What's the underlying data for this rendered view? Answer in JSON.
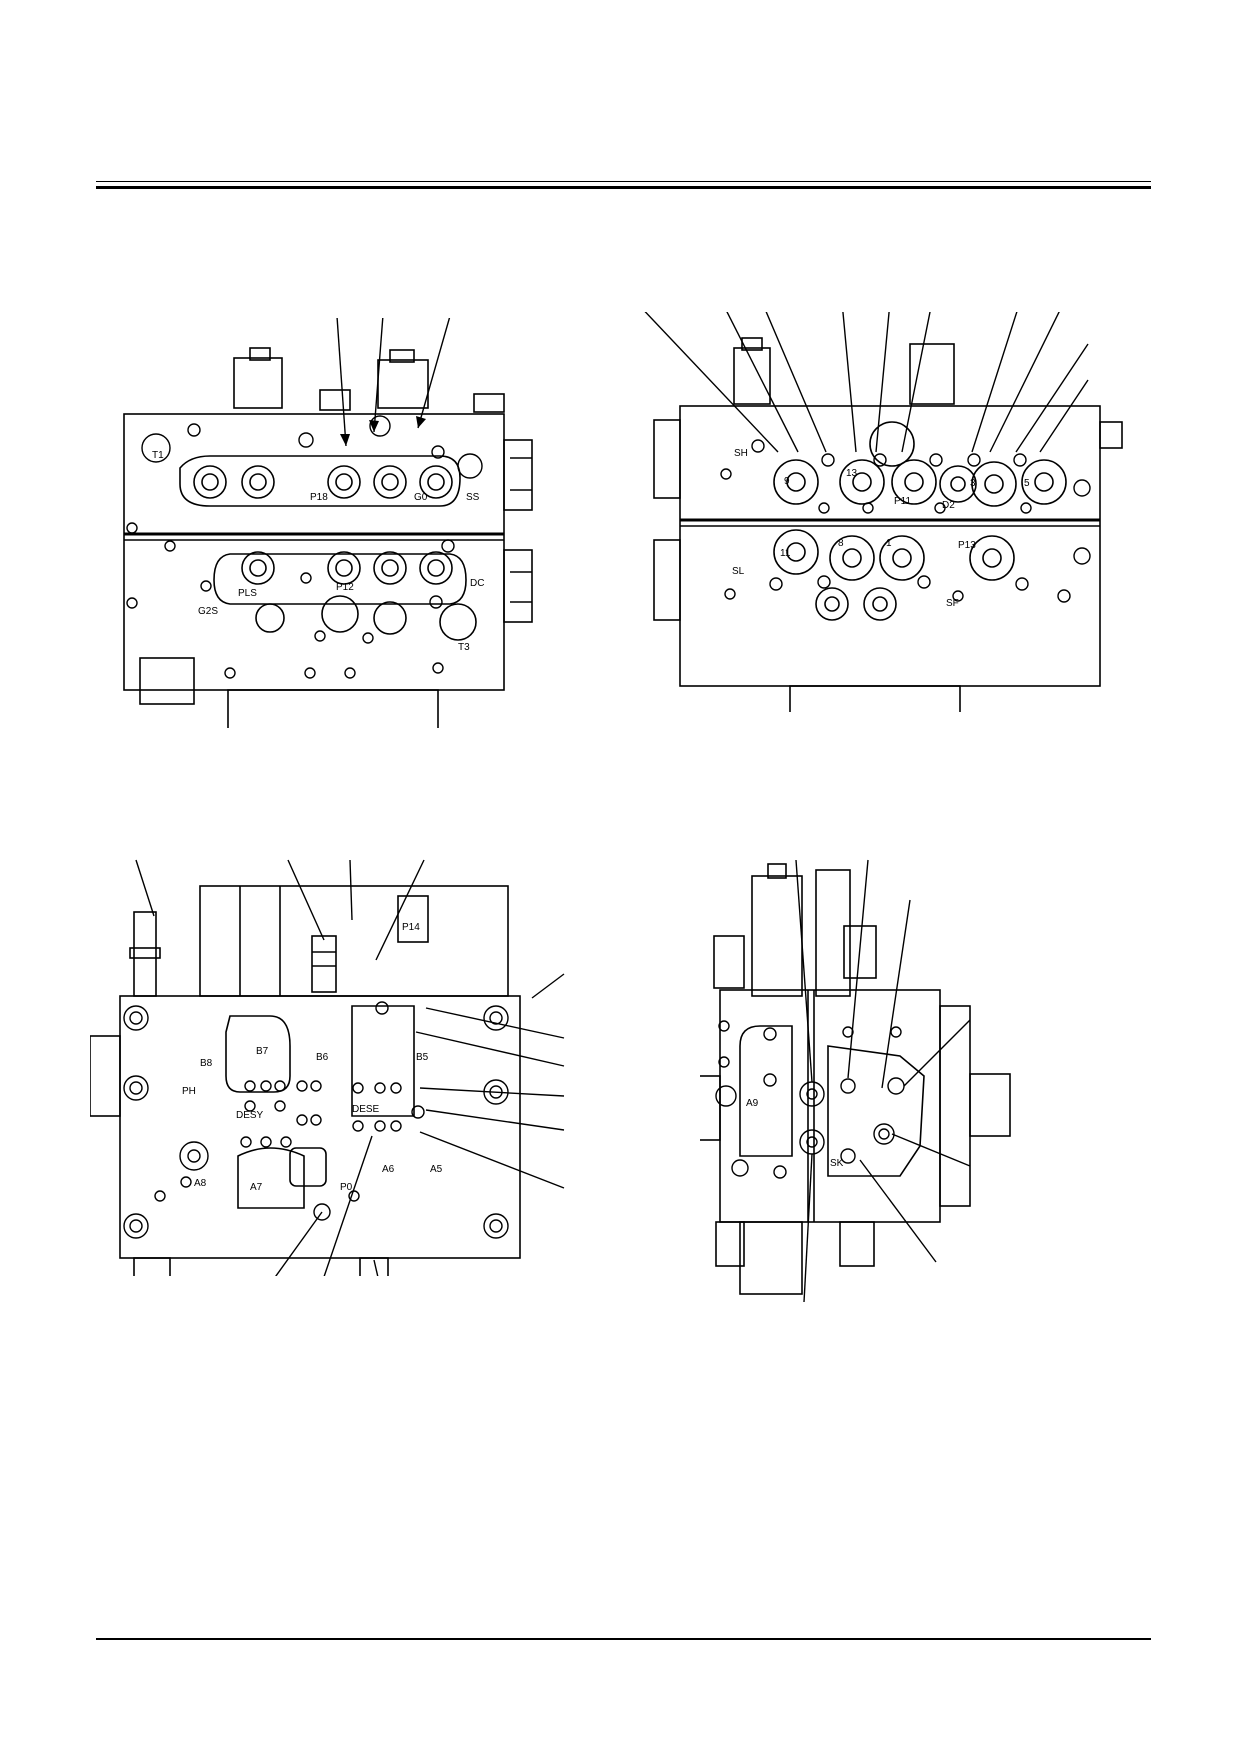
{
  "figures": [
    {
      "id": "top-left",
      "port_labels": [
        "T1",
        "G2S",
        "P18",
        "G0",
        "SS",
        "PLS",
        "P12",
        "DC",
        "T3"
      ]
    },
    {
      "id": "top-right",
      "port_labels": [
        "SH",
        "9",
        "13",
        "P11",
        "D2",
        "3",
        "5",
        "SL",
        "11",
        "8",
        "1",
        "P13",
        "SF"
      ]
    },
    {
      "id": "bottom-left",
      "port_labels": [
        "P14",
        "PH",
        "B8",
        "B7",
        "B6",
        "B5",
        "DESY",
        "DESE",
        "A8",
        "A7",
        "A6",
        "A5",
        "P0"
      ]
    },
    {
      "id": "bottom-right",
      "port_labels": [
        "A9",
        "SK"
      ]
    }
  ]
}
